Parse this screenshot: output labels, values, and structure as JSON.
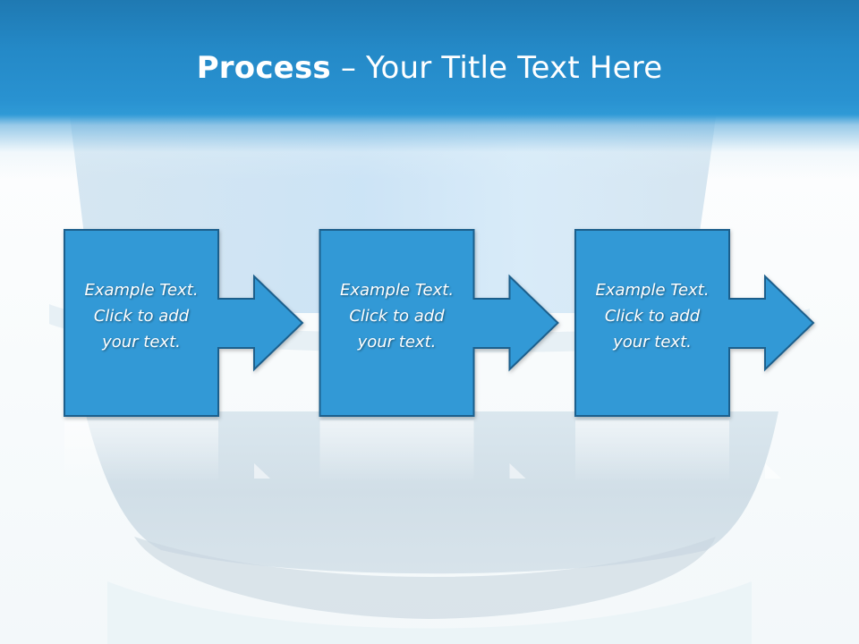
{
  "slide": {
    "title_bold": "Process",
    "title_rest": " – Your Title Text Here"
  },
  "steps": [
    {
      "lines": [
        "Example Text.",
        "Click  to add",
        "your text."
      ]
    },
    {
      "lines": [
        "Example Text.",
        "Click  to add",
        "your text."
      ]
    },
    {
      "lines": [
        "Example Text.",
        "Click  to add",
        "your text."
      ]
    }
  ],
  "colors": {
    "header": "#2489c7",
    "box_fill": "#3399d6",
    "box_stroke": "#1d5f8c",
    "text": "#ffffff"
  }
}
